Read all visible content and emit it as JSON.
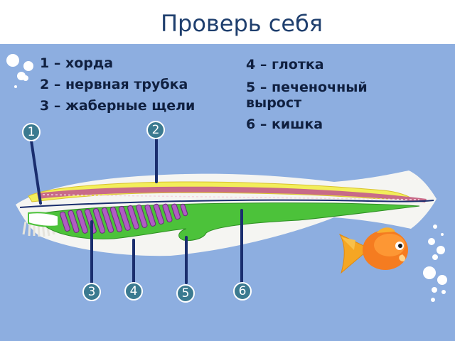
{
  "slide": {
    "title": "Проверь себя"
  },
  "legend": {
    "left": [
      "1 – хорда",
      "2 – нервная трубка",
      "3 – жаберные щели"
    ],
    "right": [
      "4 – глотка",
      "5 – печеночный вырост",
      "6 – кишка"
    ]
  },
  "markers": [
    "1",
    "2",
    "3",
    "4",
    "5",
    "6"
  ],
  "colors": {
    "background": "#8daee0",
    "title": "#1f3f6e",
    "marker": "#3b7a90",
    "pointer_line": "#1a2e6e",
    "notochord": "#f2ee5a",
    "nerve_tube": "#c86a88",
    "gut": "#4cc23a",
    "gill_slits": "#b05cc4",
    "body": "#f5f5f2"
  },
  "icons": [
    "fish-icon",
    "bubble-icon"
  ]
}
